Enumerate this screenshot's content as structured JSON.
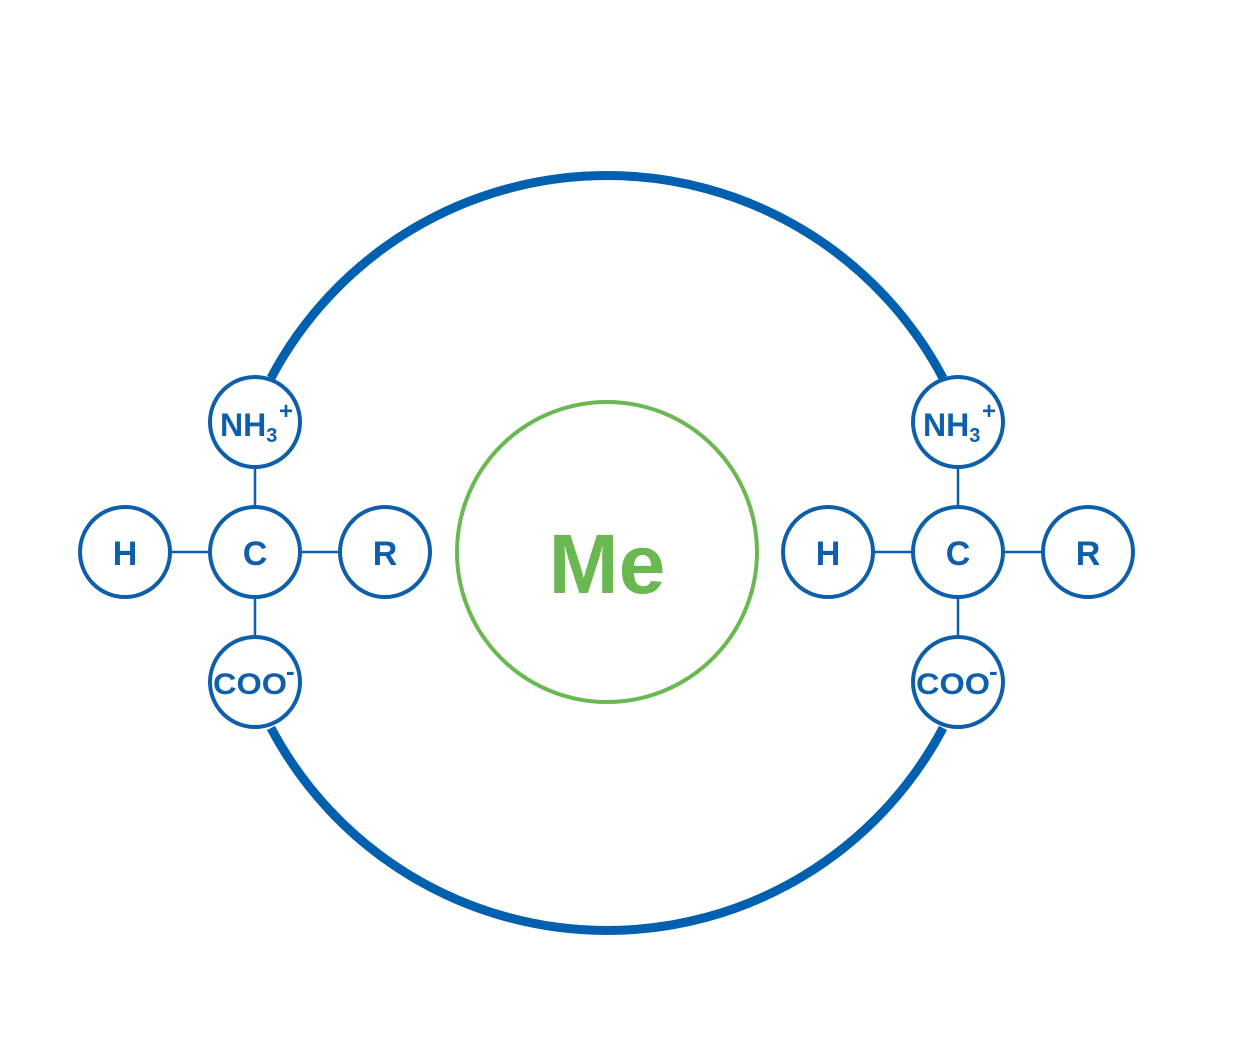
{
  "colors": {
    "ring": "#0060b0",
    "atom": "#0e5fab",
    "metal": "#6ab851",
    "background": "#ffffff"
  },
  "metal": {
    "label": "Me"
  },
  "molecules": [
    {
      "amino": {
        "base": "NH",
        "sub": "3",
        "sup": "+"
      },
      "hydrogen": "H",
      "carbon": "C",
      "side_chain": "R",
      "carboxyl": {
        "base": "COO",
        "sup": "-"
      }
    },
    {
      "amino": {
        "base": "NH",
        "sub": "3",
        "sup": "+"
      },
      "hydrogen": "H",
      "carbon": "C",
      "side_chain": "R",
      "carboxyl": {
        "base": "COO",
        "sup": "-"
      }
    }
  ]
}
